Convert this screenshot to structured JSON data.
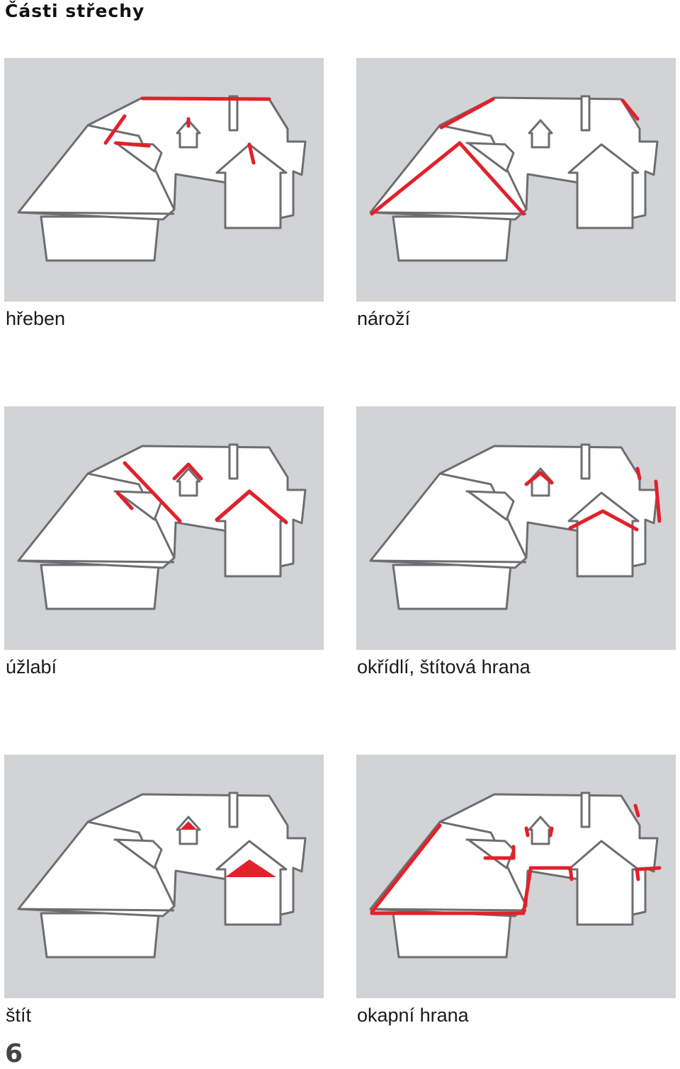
{
  "page": {
    "title": "Části střechy",
    "number": "6"
  },
  "colors": {
    "panel_bg": "#d2d3d5",
    "house_fill": "#ffffff",
    "outline": "#6d6e70",
    "highlight": "#e3202b"
  },
  "panels": [
    {
      "id": "hreben",
      "caption": "hřeben",
      "highlight": "ridge lines"
    },
    {
      "id": "narozi",
      "caption": "nároží",
      "highlight": "hip lines"
    },
    {
      "id": "uzlabi",
      "caption": "úžlabí",
      "highlight": "valley lines"
    },
    {
      "id": "okridli",
      "caption": "okřídlí, štítová hrana",
      "highlight": "verge / gable edges"
    },
    {
      "id": "stit",
      "caption": "štít",
      "highlight": "gable triangles"
    },
    {
      "id": "okapni",
      "caption": "okapní hrana",
      "highlight": "eave lines"
    }
  ]
}
